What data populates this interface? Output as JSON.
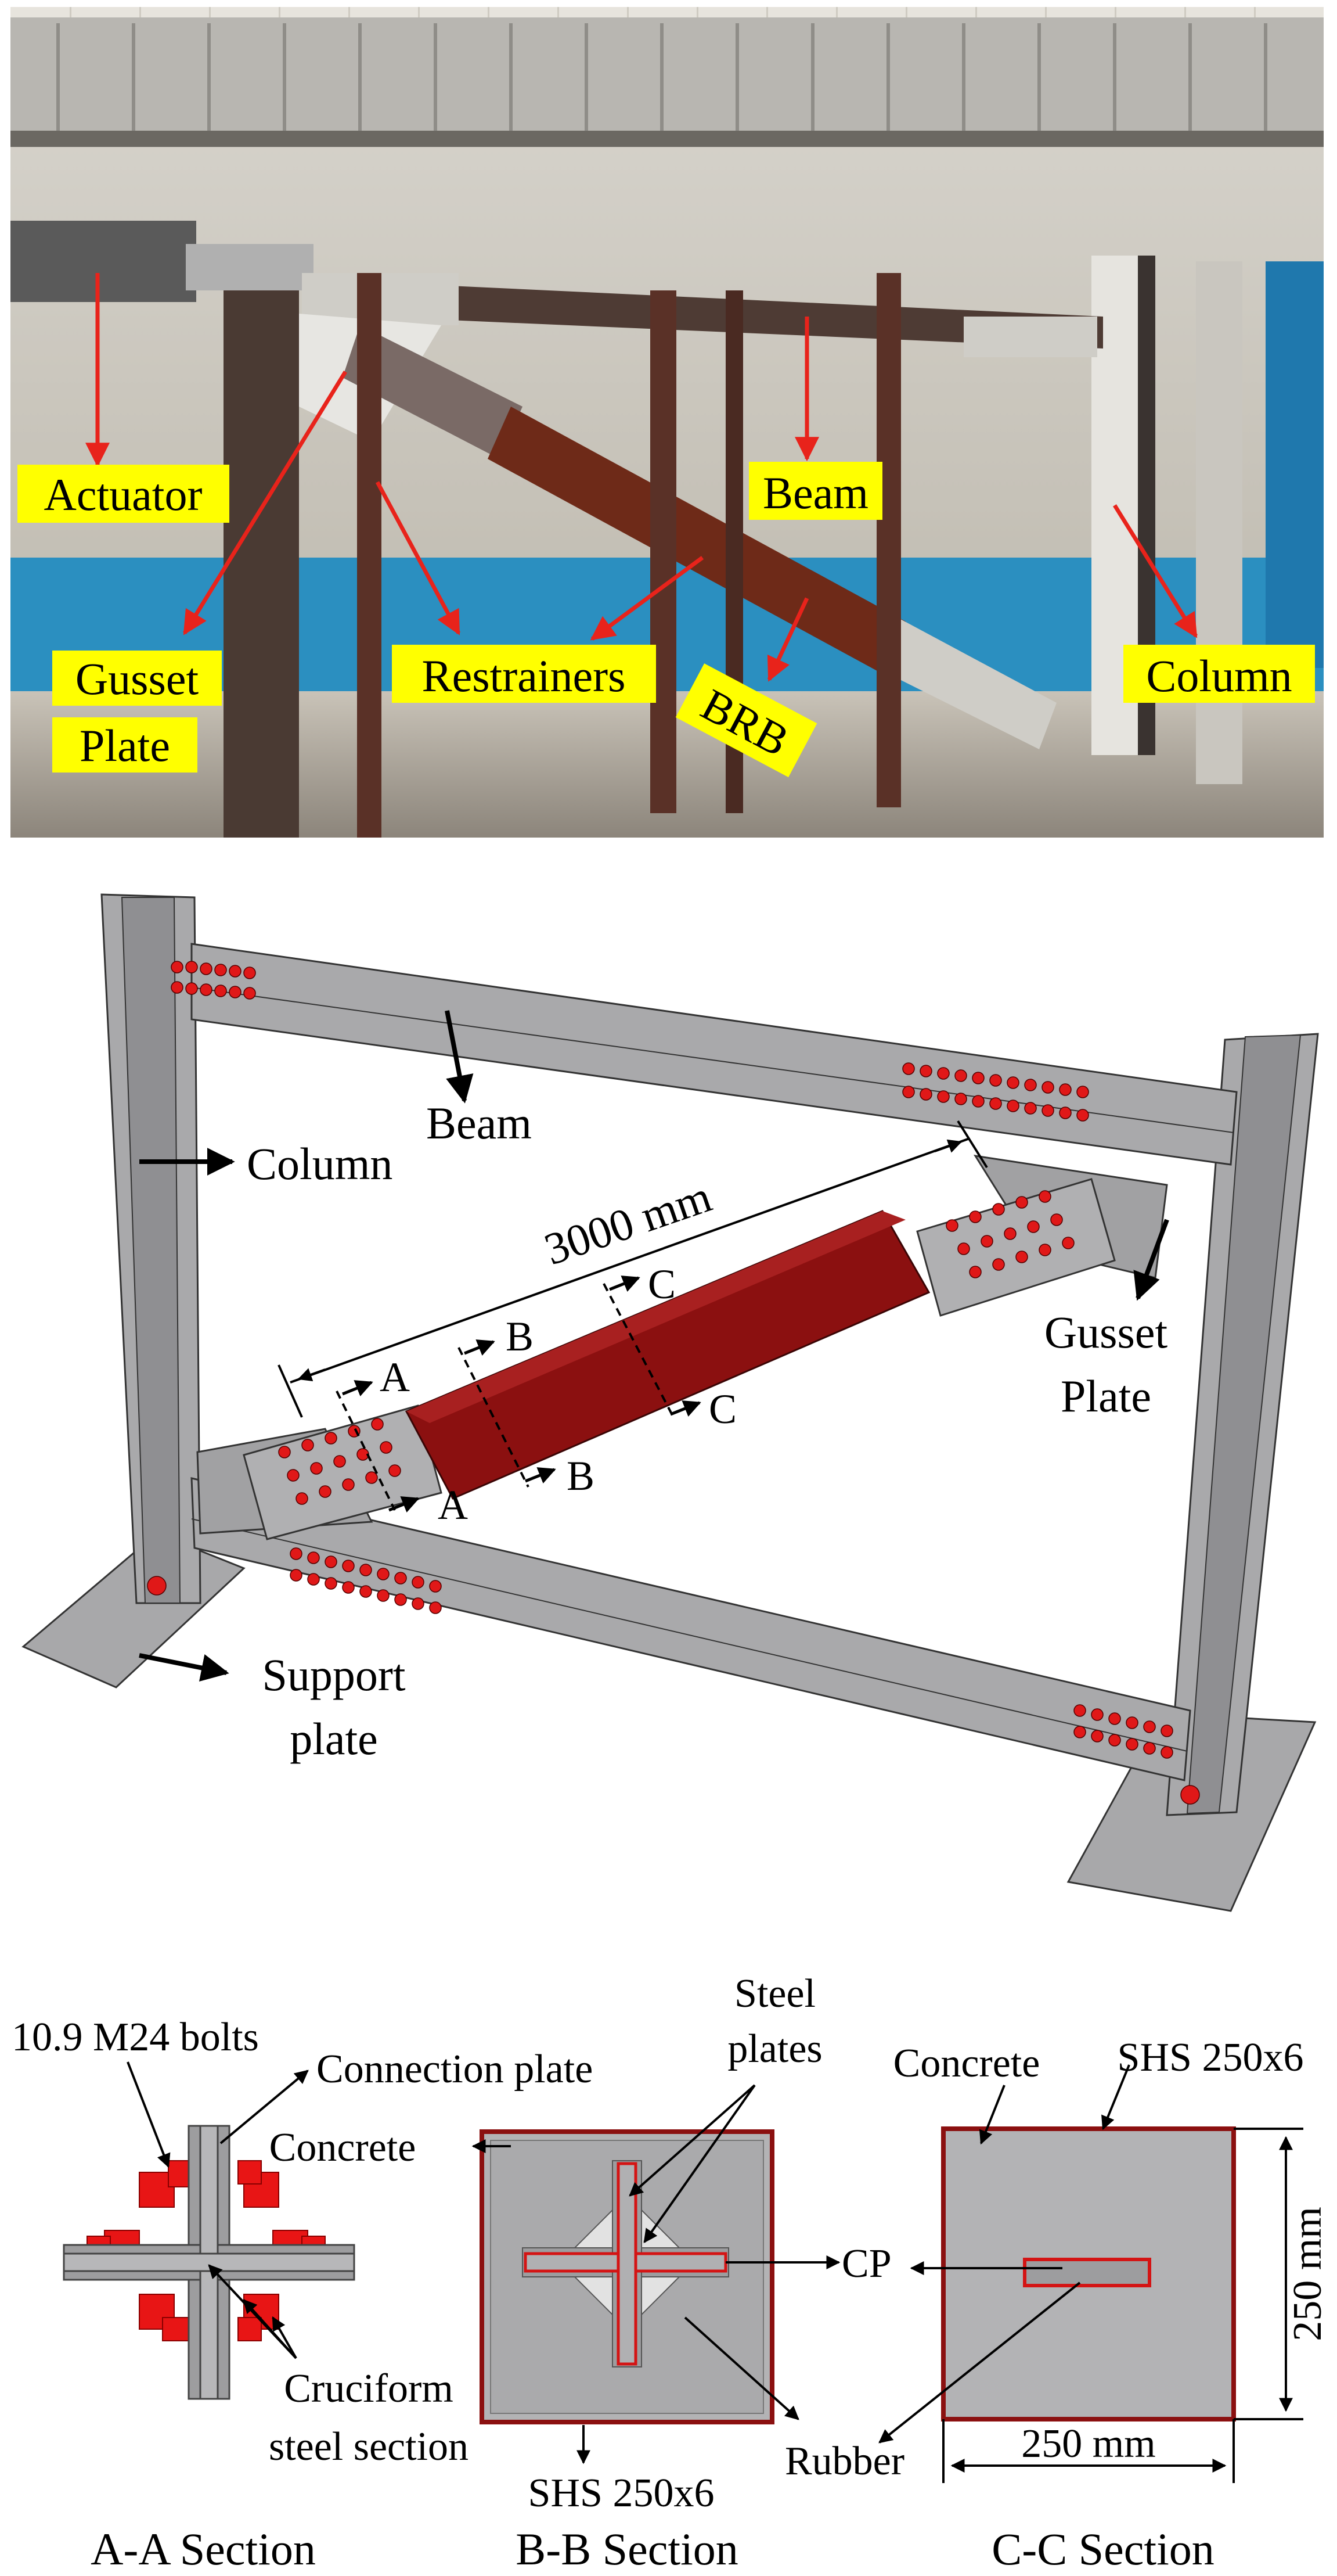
{
  "photo": {
    "labels": {
      "actuator": "Actuator",
      "gusset_line1": "Gusset",
      "gusset_line2": "Plate",
      "restrainers": "Restrainers",
      "beam": "Beam",
      "brb": "BRB",
      "column": "Column"
    },
    "colors": {
      "label_bg": "#ffff00",
      "arrow": "#e8231b"
    }
  },
  "model": {
    "labels": {
      "beam": "Beam",
      "column": "Column",
      "length": "3000 mm",
      "gusset_line1": "Gusset",
      "gusset_line2": "Plate",
      "support_line1": "Support",
      "support_line2": "plate",
      "sec_a": "A",
      "sec_b": "B",
      "sec_c": "C"
    },
    "colors": {
      "steel": "#a9a9ab",
      "brb_core": "#8b1010",
      "bolt": "#e01818"
    }
  },
  "sections": {
    "aa": {
      "bolts": "10.9 M24 bolts",
      "connection_plate": "Connection plate",
      "cruciform_line1": "Cruciform",
      "cruciform_line2": "steel section",
      "title": "A-A Section"
    },
    "bb": {
      "concrete": "Concrete",
      "steel_line1": "Steel",
      "steel_line2": "plates",
      "cp": "CP",
      "shs": "SHS 250x6",
      "rubber": "Rubber",
      "title": "B-B Section"
    },
    "cc": {
      "concrete": "Concrete",
      "shs": "SHS 250x6",
      "height": "250 mm",
      "width": "250 mm",
      "title": "C-C Section"
    }
  }
}
